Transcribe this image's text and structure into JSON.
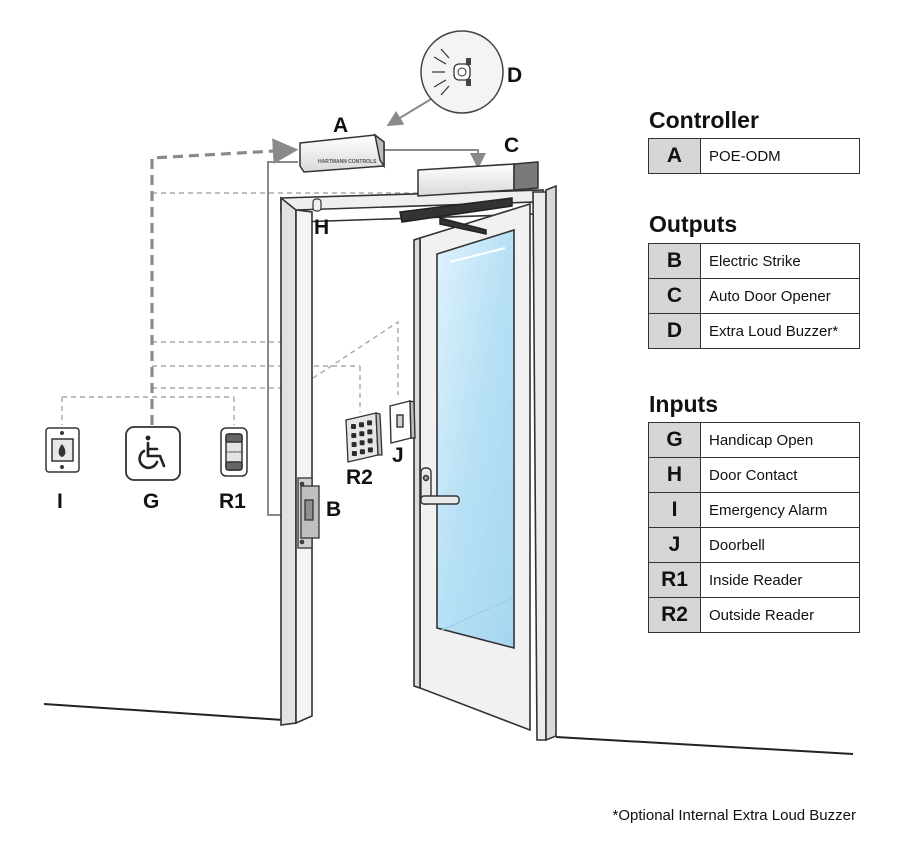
{
  "diagram": {
    "labels": {
      "A": "A",
      "B": "B",
      "C": "C",
      "D": "D",
      "G": "G",
      "H": "H",
      "I": "I",
      "J": "J",
      "R1": "R1",
      "R2": "R2"
    },
    "controller_brand_text": "HARTMANN CONTROLS",
    "reader_brand_text": "HARTMANN"
  },
  "legend": {
    "controller": {
      "title": "Controller",
      "rows": [
        {
          "code": "A",
          "desc": "POE-ODM"
        }
      ]
    },
    "outputs": {
      "title": "Outputs",
      "rows": [
        {
          "code": "B",
          "desc": "Electric Strike"
        },
        {
          "code": "C",
          "desc": "Auto Door Opener"
        },
        {
          "code": "D",
          "desc": "Extra Loud Buzzer*"
        }
      ]
    },
    "inputs": {
      "title": "Inputs",
      "rows": [
        {
          "code": "G",
          "desc": "Handicap Open"
        },
        {
          "code": "H",
          "desc": "Door Contact"
        },
        {
          "code": "I",
          "desc": "Emergency Alarm"
        },
        {
          "code": "J",
          "desc": "Doorbell"
        },
        {
          "code": "R1",
          "desc": "Inside Reader"
        },
        {
          "code": "R2",
          "desc": "Outside Reader"
        }
      ]
    }
  },
  "footnote": "*Optional Internal Extra Loud Buzzer"
}
